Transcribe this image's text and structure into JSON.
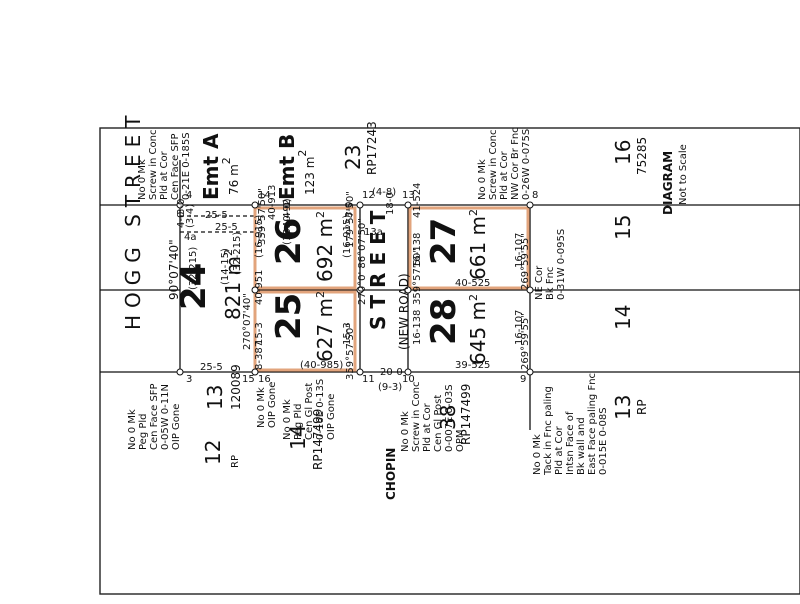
{
  "diagram": {
    "title": "DIAGRAM",
    "subtitle": "Not to Scale"
  },
  "streets": {
    "hogg": "HOGG STREET",
    "chopin": "CHOPIN",
    "chopin2": "STREET",
    "new_road": "(NEW ROAD)"
  },
  "lots": [
    {
      "number": "24",
      "area": "821 m",
      "sup": "2"
    },
    {
      "number": "25",
      "area": "627 m",
      "sup": "2"
    },
    {
      "number": "26",
      "area": "692 m",
      "sup": "2"
    },
    {
      "number": "27",
      "area": "661 m",
      "sup": "2"
    },
    {
      "number": "28",
      "area": "645 m",
      "sup": "2"
    }
  ],
  "easements": [
    {
      "label": "Emt A",
      "area": "76 m",
      "sup": "2"
    },
    {
      "label": "Emt B",
      "area": "123 m",
      "sup": "2"
    }
  ],
  "surrounding": {
    "l12": "12",
    "l12rp": "RP",
    "l13": "13",
    "l13num": "120089",
    "l14": "14",
    "l14rp": "RP147499",
    "l38": "38",
    "l38rp": "RP147499",
    "l23": "23",
    "l23rp": "RP17243",
    "l13b": "13",
    "l13brp": "RP",
    "l14b": "14",
    "l15": "15",
    "l16": "16",
    "l16num": "75285"
  },
  "bearings": {
    "b1": "90°07'40\"",
    "b2": "270°07'40\"",
    "b3": "179°57'50\"",
    "b4": "359°57'50\"",
    "b5": "269°59'55\"",
    "b6": "359°57'50\"",
    "b7": "270°0' 86°07'50\"",
    "b8": "359°57'50\"",
    "b9": "269°59'55\""
  },
  "dims": {
    "d1": "(3-4)",
    "d2": "(32-215)",
    "d3": "(14-15)",
    "d4": "(32-215)",
    "d5": "25-5",
    "d6": "25-5",
    "d7": "4-0",
    "d8": "3-0",
    "d9": "40-92",
    "d10": "40-913",
    "d11": "(16-915)",
    "d12": "(16-915)",
    "d13": "40-951",
    "d14": "15-3",
    "d15": "15-3",
    "d16": "(40-985)",
    "d17": "8-387",
    "d18": "3-0",
    "d19": "18-0",
    "d20": "41-524",
    "d21": "16-138",
    "d22": "16-107",
    "d23": "40-525",
    "d24": "16-138",
    "d25": "16-107",
    "d26": "39-525",
    "d27": "20-0",
    "d28": "(9-3)",
    "d29": "(4-8)",
    "d30": "(13a-4-0)",
    "d31": "25-5"
  },
  "marks": {
    "m1": "No 0 Mk",
    "m2": "Screw in Conc",
    "m3": "Pld at Cor",
    "m4": "Cen Face SFP",
    "m5": "0-21E 0-185S",
    "m6": "No 0 Mk",
    "m7": "Screw in Conc",
    "m8": "Pld at Cor",
    "m9": "NW Cor Br Fnc",
    "m10": "0-26W 0-075S",
    "m11": "No 0 Mk",
    "m12": "Peg Pld",
    "m13": "Cen Face SFP",
    "m14": "0-05W 0-11N",
    "m15": "OIP Gone",
    "m16": "No 0 Mk",
    "m17": "OIP Gone",
    "m18": "No 0 Mk",
    "m19": "Peg Pld",
    "m20": "Cen Gl Post",
    "m21": "0-16E 0-13S",
    "m22": "OIP Gone",
    "m23": "No 0 Mk",
    "m24": "Screw in Conc",
    "m25": "Pld at Cor",
    "m26": "Cen Gl Post",
    "m27": "0-007E 0-03S",
    "m28": "OPM",
    "m29": "No 0 Mk",
    "m30": "Tack in Fnc paling",
    "m31": "Pld at Cor",
    "m32": "Intsn Face of",
    "m33": "Bk wall and",
    "m34": "East Face paling Fnc",
    "m35": "0-015E 0-08S",
    "m36": "NE Cor",
    "m37": "Bk Fnc",
    "m38": "0-31W 0-095S"
  },
  "stations": {
    "s3": "3",
    "s4": "4",
    "s4a": "4a",
    "s14": "14",
    "s12": "12",
    "s13": "13",
    "s13a": "13a",
    "s8": "8",
    "s9": "9",
    "s10": "10",
    "s11": "11",
    "s15": "15",
    "s16": "16"
  }
}
